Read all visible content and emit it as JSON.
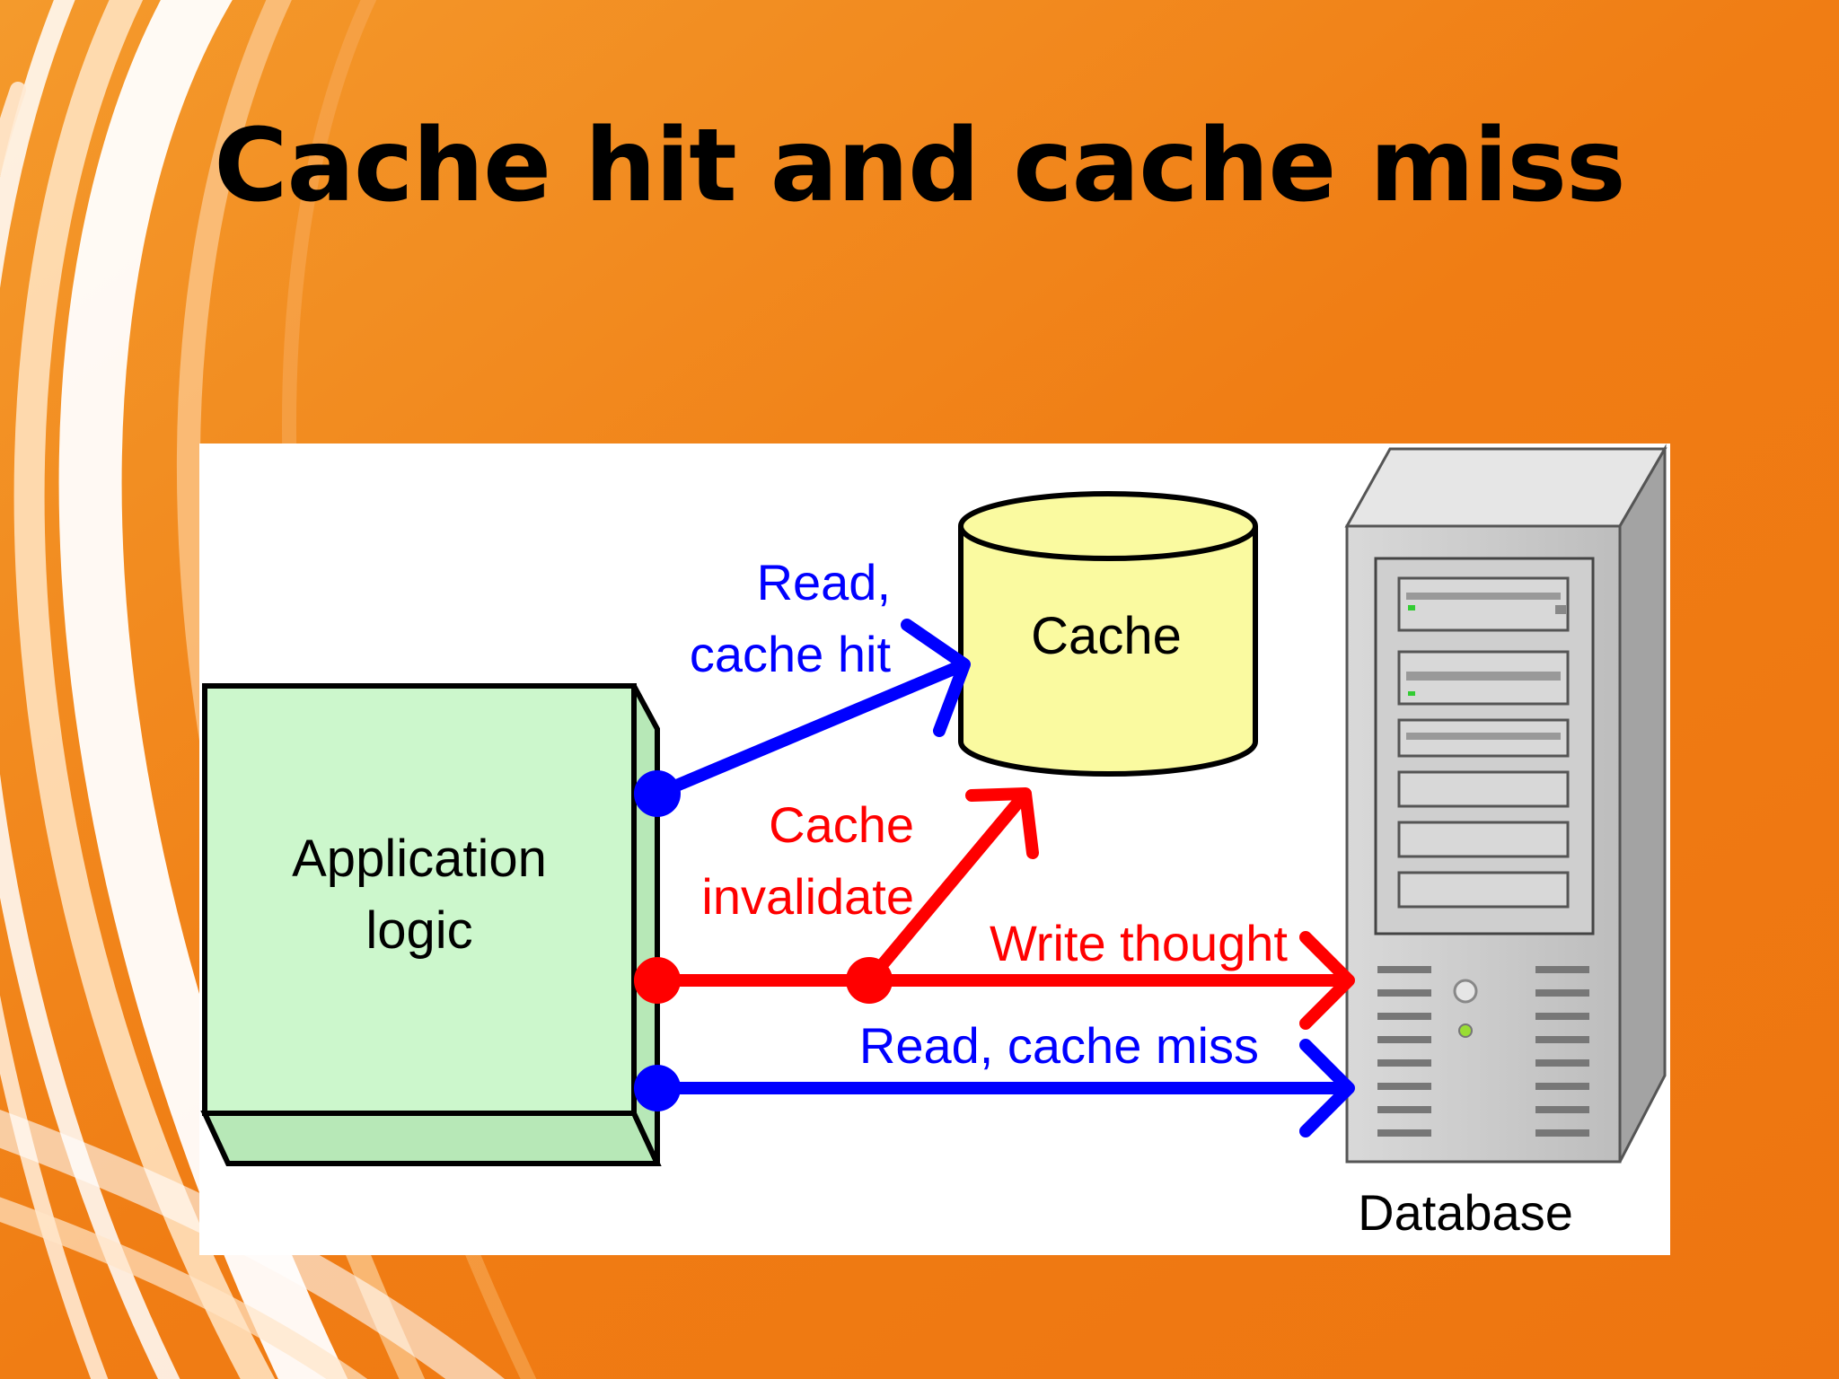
{
  "slide": {
    "title": "Cache hit and cache miss"
  },
  "diagram": {
    "app_label_line1": "Application",
    "app_label_line2": "logic",
    "cache_label": "Cache",
    "database_label": "Database",
    "edges": {
      "read_hit_line1": "Read,",
      "read_hit_line2": "cache hit",
      "invalidate_line1": "Cache",
      "invalidate_line2": "invalidate",
      "write_through": "Write thought",
      "read_miss": "Read, cache miss"
    }
  },
  "colors": {
    "background": "#f07c12",
    "read_arrow": "#0000ff",
    "write_arrow": "#ff0000",
    "app_box": "#ccf5cc",
    "cache_fill": "#fafaa0",
    "server_body": "#c8c8c8"
  }
}
